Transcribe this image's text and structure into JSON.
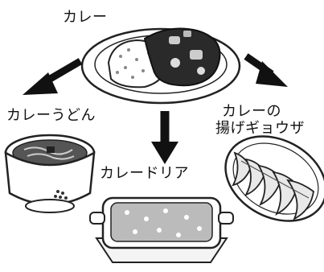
{
  "labels": {
    "top": "カレー",
    "left": "カレーうどん",
    "right_line1": "カレーの",
    "right_line2": "揚げギョウザ",
    "middle": "カレードリア"
  },
  "icons": [
    "curry-rice-plate-icon",
    "curry-udon-bowl-icon",
    "curry-gyoza-plate-icon",
    "curry-doria-dish-icon"
  ]
}
